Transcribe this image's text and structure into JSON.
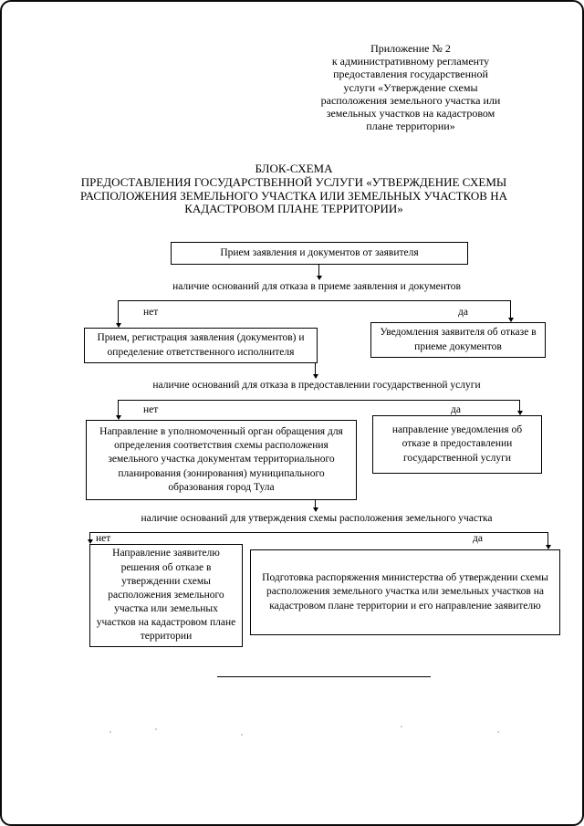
{
  "annex": {
    "lines": [
      "Приложение № 2",
      "к административному регламенту",
      "предоставления государственной",
      "услуги «Утверждение схемы",
      "расположения земельного участка или",
      "земельных участков на кадастровом",
      "плане территории»"
    ]
  },
  "title": {
    "lines": [
      "БЛОК-СХЕМА",
      "ПРЕДОСТАВЛЕНИЯ ГОСУДАРСТВЕННОЙ УСЛУГИ «УТВЕРЖДЕНИЕ СХЕМЫ",
      "РАСПОЛОЖЕНИЯ ЗЕМЕЛЬНОГО УЧАСТКА ИЛИ ЗЕМЕЛЬНЫХ УЧАСТКОВ НА",
      "КАДАСТРОВОМ ПЛАНЕ ТЕРРИТОРИИ»"
    ]
  },
  "flow": {
    "no": "нет",
    "yes": "да",
    "start": "Прием заявления и документов от заявителя",
    "decision_accept": "наличие оснований для отказа в приеме заявления и документов",
    "registration": "Прием, регистрация заявления (документов) и определение ответственного исполнителя",
    "refuse_accept": "Уведомления заявителя об отказе в приеме документов",
    "decision_service": "наличие оснований для отказа в предоставлении государственной услуги",
    "authority": "Направление в уполномоченный орган обращения для определения соответствия схемы расположения земельного участка документам территориального планирования (зонирования) муниципального образования город Тула",
    "refuse_service": "направление уведомления об отказе в предоставлении государственной услуги",
    "decision_approve": "наличие оснований для утверждения схемы расположения земельного участка",
    "refuse_approve": "Направление заявителю решения об отказе в утверждении схемы расположения земельного участка или земельных участков на кадастровом плане территории",
    "approve": "Подготовка распоряжения министерства об утверждении схемы расположения земельного участка или земельных участков на кадастровом плане территории и его направление заявителю"
  }
}
